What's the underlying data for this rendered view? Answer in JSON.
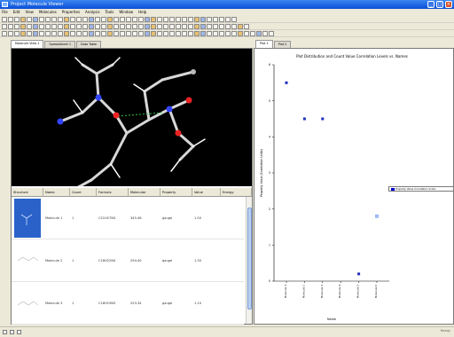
{
  "window": {
    "title": "Project Molecule Viewer"
  },
  "menu": [
    "File",
    "Edit",
    "View",
    "Molecules",
    "Properties",
    "Analysis",
    "Tools",
    "Window",
    "Help"
  ],
  "tabs_left": [
    "Molecule View 1",
    "Spreadsheet 1",
    "Data Table"
  ],
  "tabs_right": [
    "Plot 1",
    "Plot 2"
  ],
  "grid": {
    "columns": [
      "Structure",
      "Name",
      "Count",
      "Formula",
      "Molecular",
      "Property",
      "Value",
      "Energy"
    ],
    "rows": [
      {
        "name": "Molecule 1",
        "count": "1",
        "formula": "C21H27N3",
        "mw": "345.46",
        "prop": "gauge",
        "value": "1.50"
      },
      {
        "name": "Molecule 2",
        "count": "1",
        "formula": "C18H22N4",
        "mw": "294.40",
        "prop": "gauge",
        "value": "1.30"
      },
      {
        "name": "Molecule 3",
        "count": "1",
        "formula": "C16H19N3",
        "mw": "253.34",
        "prop": "gauge",
        "value": "1.10"
      }
    ]
  },
  "chart_data": {
    "type": "scatter",
    "title": "Plot Distribution and Count Value Correlation Levels vs. Names",
    "xlabel": "Name",
    "ylabel": "Property Value (Correlation Units)",
    "categories": [
      "Molecule 1",
      "Molecule 2",
      "Molecule 3",
      "Molecule 4",
      "Molecule 5",
      "Molecule 6"
    ],
    "series": [
      {
        "name": "Property Value Correlation Index",
        "values": [
          5.5,
          4.5,
          4.5,
          null,
          0.2,
          null
        ]
      },
      {
        "name": "",
        "values": [
          null,
          null,
          null,
          null,
          null,
          1.8
        ]
      }
    ],
    "ylim": [
      0,
      6
    ],
    "colors": [
      "#1f2dbd",
      "#9fb8f4"
    ],
    "grid": false,
    "legend": "right"
  },
  "status": {
    "right_text": "Ready"
  }
}
